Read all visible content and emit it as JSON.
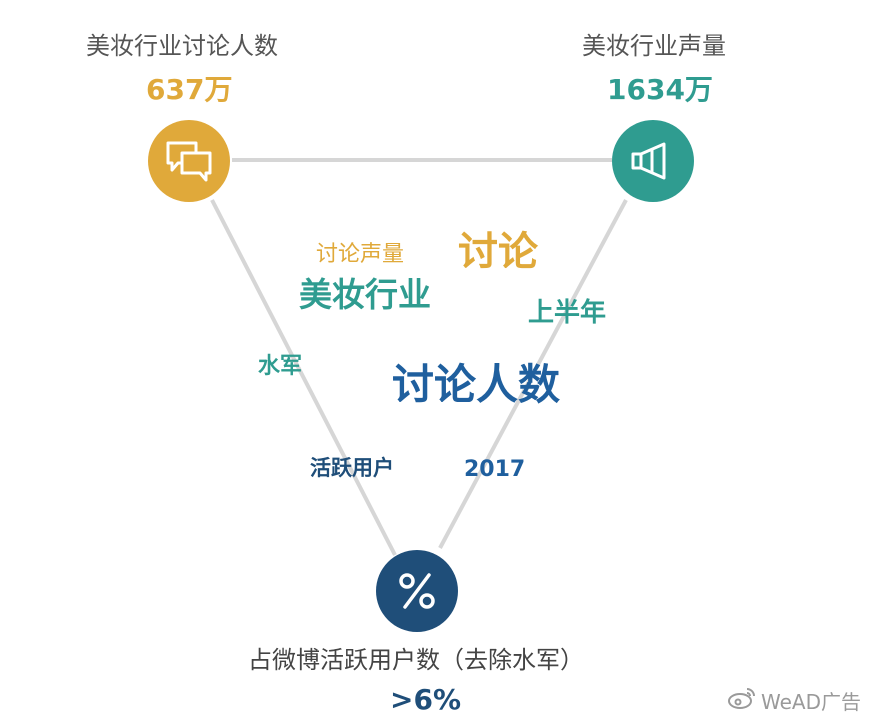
{
  "colors": {
    "gold": "#e0a93a",
    "teal": "#2f9c90",
    "navy": "#1f4e79",
    "blue": "#1f5f9e",
    "edge": "#d6d6d6",
    "label": "#555555"
  },
  "nodes": {
    "discussion": {
      "label": "美妆行业讨论人数",
      "value": "637万",
      "icon": "chat-bubbles-icon"
    },
    "volume": {
      "label": "美妆行业声量",
      "value": "1634万",
      "icon": "speaker-icon"
    },
    "share": {
      "label": "占微博活跃用户数（去除水军）",
      "value": ">6%",
      "icon": "percent-icon"
    }
  },
  "word_cloud": {
    "taolun_shengliang": "讨论声量",
    "taolun": "讨论",
    "meizhuang_hangye": "美妆行业",
    "shangbannian": "上半年",
    "shuijun": "水军",
    "taolun_renshu": "讨论人数",
    "huoyue_yonghu": "活跃用户",
    "year": "2017"
  },
  "watermark": {
    "text": "WeAD广告",
    "icon": "weibo-logo-icon"
  }
}
